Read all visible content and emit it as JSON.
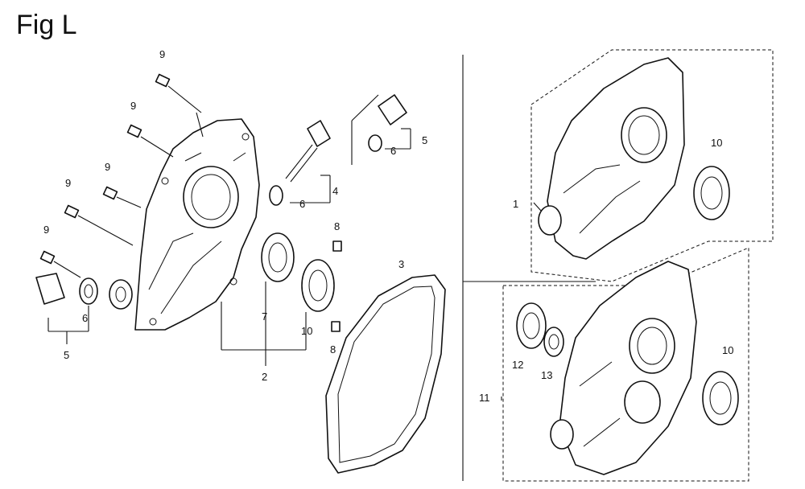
{
  "figure": {
    "title": "Fig L"
  },
  "callouts": {
    "c9a": "9",
    "c9b": "9",
    "c9c": "9",
    "c9d": "9",
    "c9e": "9",
    "c6a": "6",
    "c5a": "5",
    "c7": "7",
    "c10a": "10",
    "c2": "2",
    "c8a": "8",
    "c8b": "8",
    "c4": "4",
    "c6b": "6",
    "c5b": "5",
    "c6c": "6",
    "c3": "3",
    "c1": "1",
    "c10b": "10",
    "c11": "11",
    "c12": "12",
    "c13": "13",
    "c10c": "10"
  }
}
